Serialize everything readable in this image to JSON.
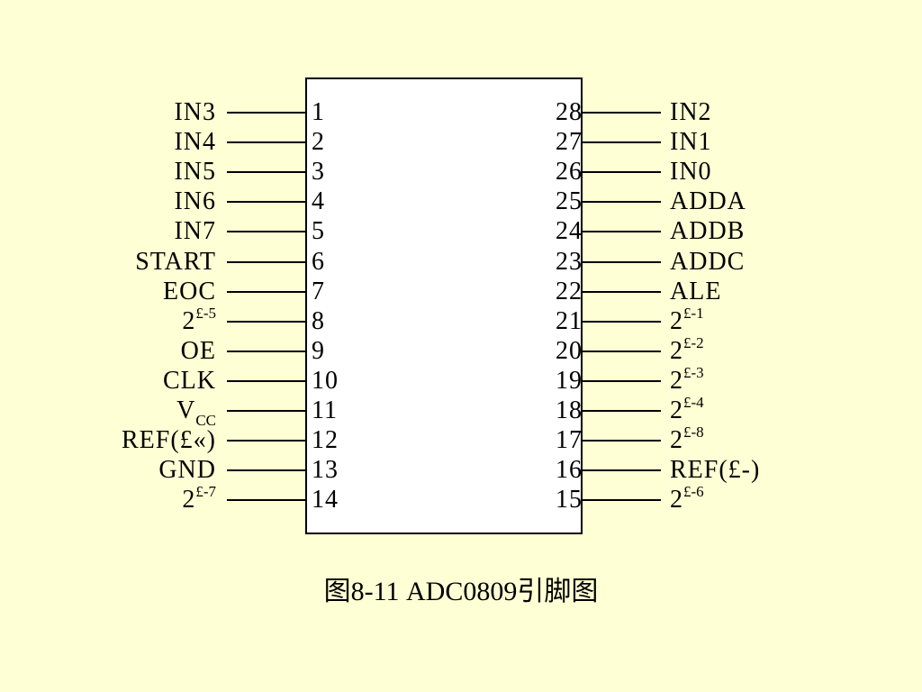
{
  "chip": {
    "left_pins": [
      {
        "num": "1",
        "label": "IN3"
      },
      {
        "num": "2",
        "label": "IN4"
      },
      {
        "num": "3",
        "label": "IN5"
      },
      {
        "num": "4",
        "label": "IN6"
      },
      {
        "num": "5",
        "label": "IN7"
      },
      {
        "num": "6",
        "label": "START"
      },
      {
        "num": "7",
        "label": "EOC"
      },
      {
        "num": "8",
        "label": "2",
        "sup": "£-5"
      },
      {
        "num": "9",
        "label": "OE"
      },
      {
        "num": "10",
        "label": "CLK"
      },
      {
        "num": "11",
        "label": "V",
        "sub": "CC"
      },
      {
        "num": "12",
        "label": "REF(£«)"
      },
      {
        "num": "13",
        "label": "GND"
      },
      {
        "num": "14",
        "label": "2",
        "sup": "£-7"
      }
    ],
    "right_pins": [
      {
        "num": "28",
        "label": "IN2"
      },
      {
        "num": "27",
        "label": "IN1"
      },
      {
        "num": "26",
        "label": "IN0"
      },
      {
        "num": "25",
        "label": "ADDA"
      },
      {
        "num": "24",
        "label": "ADDB"
      },
      {
        "num": "23",
        "label": "ADDC"
      },
      {
        "num": "22",
        "label": "ALE"
      },
      {
        "num": "21",
        "label": "2",
        "sup": "£-1"
      },
      {
        "num": "20",
        "label": "2",
        "sup": "£-2"
      },
      {
        "num": "19",
        "label": "2",
        "sup": "£-3"
      },
      {
        "num": "18",
        "label": "2",
        "sup": "£-4"
      },
      {
        "num": "17",
        "label": "2",
        "sup": "£-8"
      },
      {
        "num": "16",
        "label": "REF(£-)"
      },
      {
        "num": "15",
        "label": "2",
        "sup": "£-6"
      }
    ]
  },
  "caption": "图8-11  ADC0809引脚图"
}
